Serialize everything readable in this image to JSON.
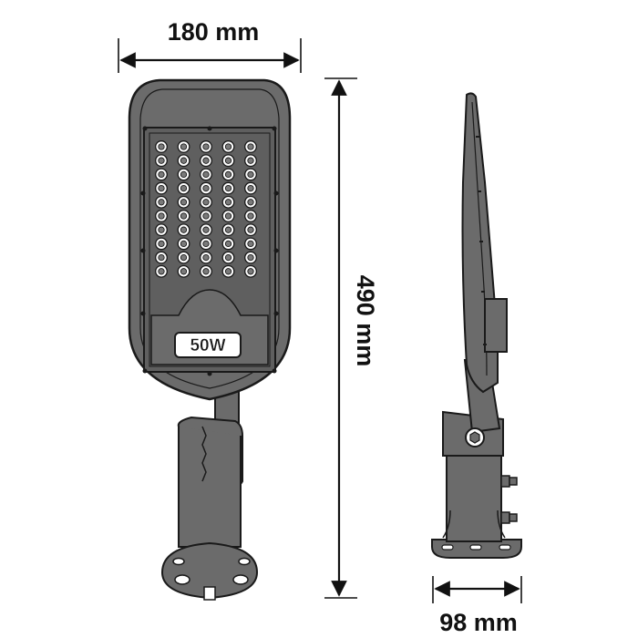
{
  "dimensions": {
    "width": "180 mm",
    "height": "490 mm",
    "depth": "98 mm"
  },
  "lamp": {
    "power_label": "50W",
    "led_columns": 5,
    "led_rows": 10
  },
  "colors": {
    "housing": "#6b6b6b",
    "panel": "#5f5f5f",
    "stroke": "#1a1a1a",
    "dimension_line": "#111111"
  }
}
